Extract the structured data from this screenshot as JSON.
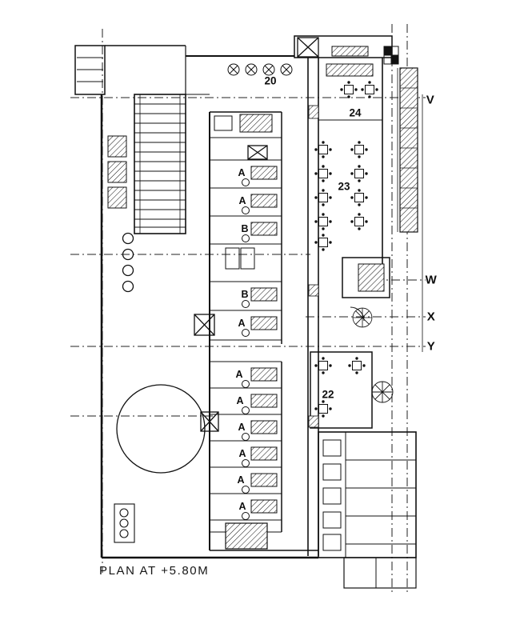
{
  "title": "PLAN AT +5.80M",
  "areas": {
    "a20": "20",
    "a22": "22",
    "a23": "23",
    "a24": "24"
  },
  "markers": {
    "v": "V",
    "w": "W",
    "x": "X",
    "y": "Y"
  },
  "rooms": [
    {
      "label": "A"
    },
    {
      "label": "A"
    },
    {
      "label": "B"
    },
    {
      "label": "B"
    },
    {
      "label": "A"
    },
    {
      "label": "A"
    },
    {
      "label": "A"
    },
    {
      "label": "A"
    },
    {
      "label": "A"
    },
    {
      "label": "A"
    },
    {
      "label": "A"
    }
  ],
  "symbols": {
    "elevator": "crossed-square",
    "spiral_stair": "circle-with-radials",
    "round_table": "circle-with-cross",
    "square_table": "square-with-chair-dots",
    "stair_run": "diagonal-hatch"
  },
  "colors": {
    "ink": "#111111",
    "paper": "#ffffff"
  }
}
